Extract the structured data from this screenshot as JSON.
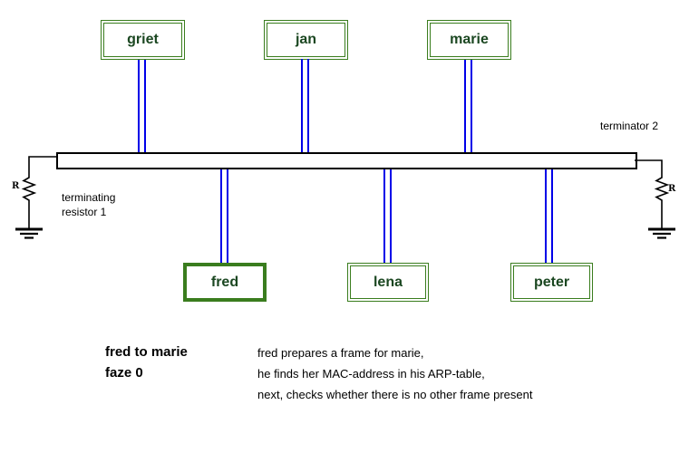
{
  "diagram": {
    "nodes_top": [
      {
        "label": "griet"
      },
      {
        "label": "jan"
      },
      {
        "label": "marie"
      }
    ],
    "nodes_bottom": [
      {
        "label": "fred"
      },
      {
        "label": "lena"
      },
      {
        "label": "peter"
      }
    ],
    "active_node": "fred",
    "terminator_left": {
      "r_label": "R",
      "caption_line1": "terminating",
      "caption_line2": "resistor 1"
    },
    "terminator_right": {
      "r_label": "R",
      "caption": "terminator 2"
    },
    "colors": {
      "node_border_green": "#3a7d1e",
      "node_text_green": "#1b4721",
      "drop_line_blue": "#0000e8",
      "wire_black": "#000000",
      "bus_fill": "#ffffff"
    }
  },
  "caption": {
    "event_line1": "fred to marie",
    "event_line2": "faze 0",
    "description": [
      "fred prepares a frame for marie,",
      "he finds her MAC-address in his ARP-table,",
      "next, checks whether there is no other frame present"
    ]
  }
}
